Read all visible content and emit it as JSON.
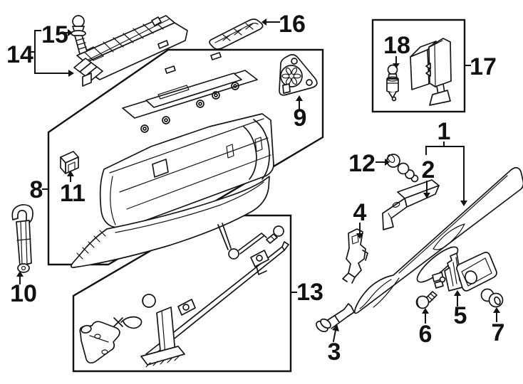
{
  "page": {
    "background": "#ffffff",
    "ink": "#111111"
  },
  "callouts": {
    "n1": "1",
    "n2": "2",
    "n3": "3",
    "n4": "4",
    "n5": "5",
    "n6": "6",
    "n7": "7",
    "n8": "8",
    "n9": "9",
    "n10": "10",
    "n11": "11",
    "n12": "12",
    "n13": "13",
    "n14": "14",
    "n15": "15",
    "n16": "16",
    "n17": "17",
    "n18": "18"
  }
}
